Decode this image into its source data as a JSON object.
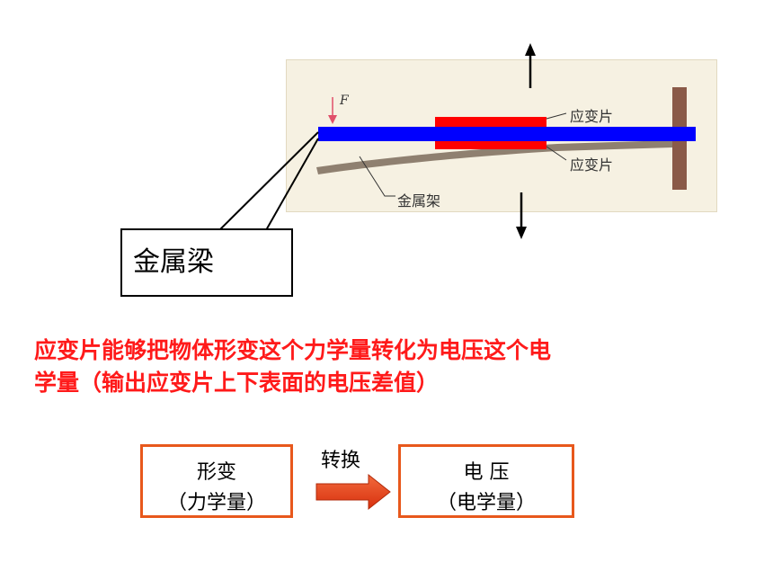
{
  "figure": {
    "force_label": "F",
    "top_gauge_label": "应变片",
    "bottom_gauge_label": "应变片",
    "frame_label": "金属架"
  },
  "callout": {
    "label": "金属梁"
  },
  "statement": {
    "line1": "应变片能够把物体形变这个力学量转化为电压这个电",
    "line2": "学量（输出应变片上下表面的电压差值）"
  },
  "flow": {
    "from_line1": "形变",
    "from_line2": "（力学量）",
    "arrow_label": "转换",
    "to_line1": "电 压",
    "to_line2": "（电学量）"
  },
  "colors": {
    "beam": "#0000ff",
    "gauge": "#ff0000",
    "statement": "#ff1a1a",
    "box_border": "#e8581c",
    "arrow": "#e8401c"
  }
}
